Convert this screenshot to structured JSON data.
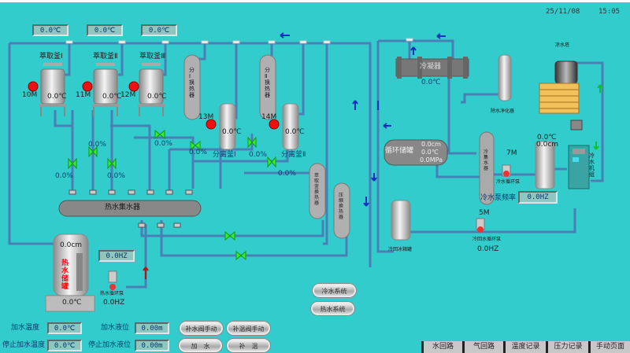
{
  "header": {
    "date": "25/11/08",
    "time": "15:05"
  },
  "top_readouts": [
    "0.0℃",
    "0.0℃",
    "0.0℃"
  ],
  "extractors": [
    {
      "name": "萃取釜Ⅰ",
      "motor": "10M",
      "temp": "0.0℃"
    },
    {
      "name": "萃取釜Ⅱ",
      "motor": "11M",
      "temp": "0.0℃"
    },
    {
      "name": "萃取釜Ⅲ",
      "motor": "12M",
      "temp": "0.0℃"
    }
  ],
  "heat_exchangers": {
    "sep1": "分Ⅰ换热器",
    "sep2": "分Ⅱ换热器",
    "extract": "萃取釜换热器",
    "press": "压缩换热器"
  },
  "separators": [
    {
      "name": "分离釜Ⅰ",
      "motor": "13M",
      "temp": "0.0℃"
    },
    {
      "name": "分离釜Ⅱ",
      "motor": "14M",
      "temp": "0.0℃"
    }
  ],
  "valves": [
    "0.0%",
    "0.0%",
    "0.0%",
    "0.0%",
    "0.0%",
    "0.0%",
    "0.0%"
  ],
  "collector": "热水集水器",
  "hot_tank": {
    "name": "热水储罐",
    "level": "0.0cm",
    "temp": "0.0℃",
    "freq_readout": "0.0HZ",
    "pump_label": "热水循环泵",
    "pump_freq": "0.0HZ"
  },
  "controls": {
    "add_temp_label": "加水温度",
    "add_temp": "0.0℃",
    "add_level_label": "加水液位",
    "add_level": "0.00m",
    "stop_temp_label": "停止加水温度",
    "stop_temp": "0.0℃",
    "stop_level_label": "停止加水液位",
    "stop_level": "0.00m"
  },
  "buttons": {
    "cold_valve": "补水阀手动",
    "temp_valve": "补温阀手动",
    "add_water": "加　水",
    "add_temp": "补　温",
    "cold_system": "冷水系统",
    "hot_system": "热水系统"
  },
  "cold": {
    "condenser": "冷凝器",
    "condenser_temp": "0.0℃",
    "purifier": "除水净化器",
    "tower": "凉水塔",
    "circ_tank": {
      "name": "循环储罐",
      "level": "0.0cm",
      "temp": "0.0℃",
      "pressure": "0.0MPa"
    },
    "collector": "冷集水器",
    "pump7": {
      "motor": "7M",
      "label": "冷水循环泵"
    },
    "tank_temp": "0.0℃",
    "tank_level": "0.0cm",
    "chiller": "冷水机组",
    "freq_label": "冷水泵频率",
    "freq": "0.0HZ",
    "return_tank": "冷回冰箱罐",
    "pump5": {
      "motor": "5M",
      "label": "冷回水循环泵",
      "freq": "0.0HZ"
    }
  },
  "tabs": [
    "水回路",
    "气回路",
    "温度记录",
    "压力记录",
    "手动页面"
  ],
  "colors": {
    "background": "#33cccc",
    "pipe": "#4a7fb5",
    "valve": "#33ee33",
    "motor": "#ee1111"
  }
}
